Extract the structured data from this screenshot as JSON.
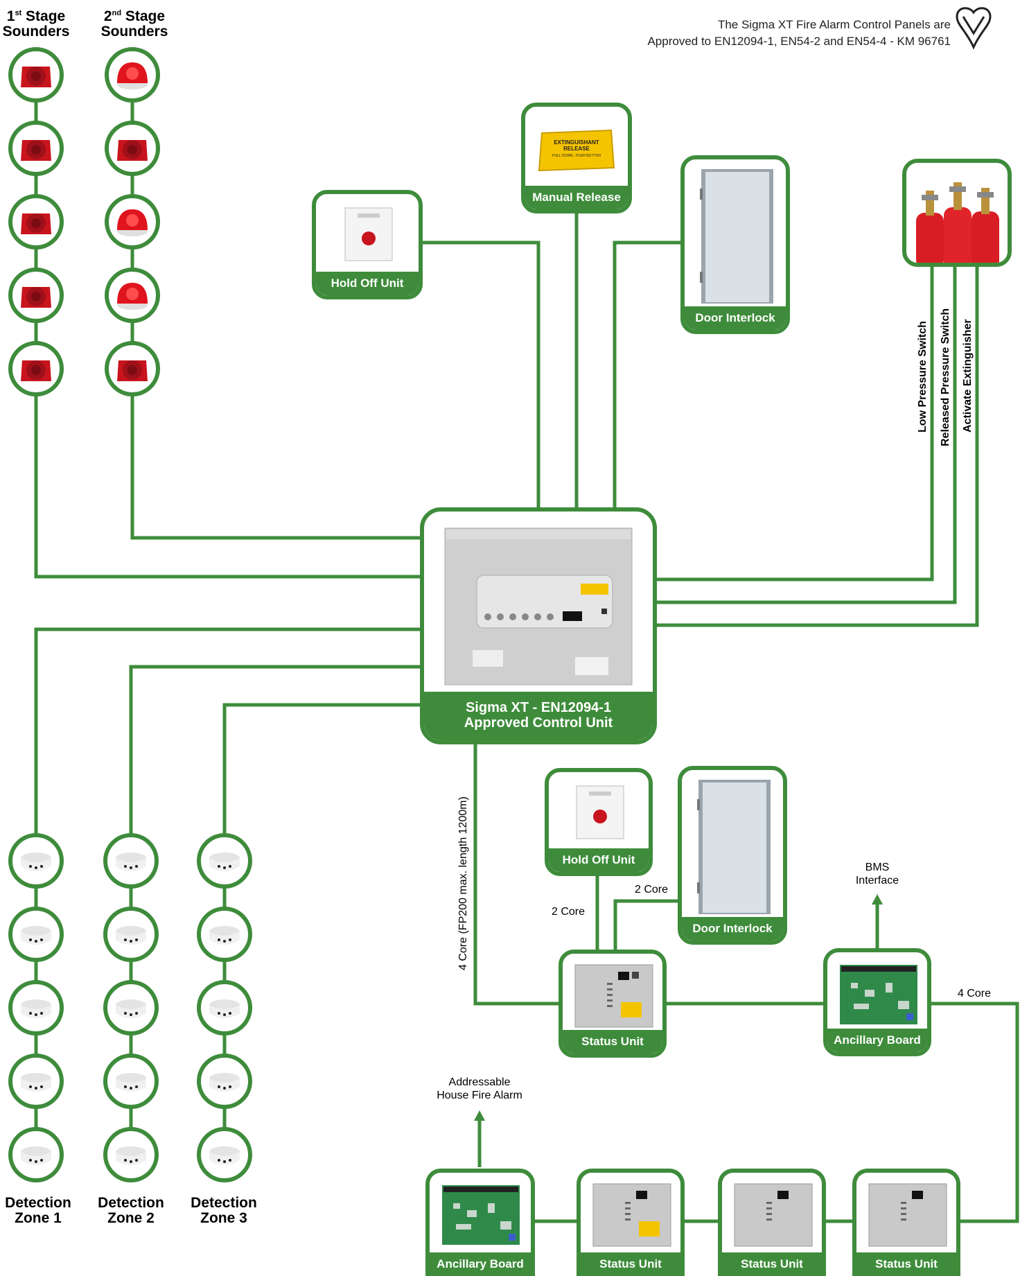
{
  "headers": {
    "stage1": {
      "num": "1",
      "sup": "st",
      "line1": " Stage",
      "line2": "Sounders"
    },
    "stage2": {
      "num": "2",
      "sup": "nd",
      "line1": " Stage",
      "line2": "Sounders"
    }
  },
  "approval": {
    "line1": "The Sigma XT Fire Alarm Control Panels are",
    "line2": "Approved to EN12094-1, EN54-2 and EN54-4 - KM 96761"
  },
  "devices": {
    "manual_release": "Manual Release",
    "hold_off_top": "Hold Off Unit",
    "door_interlock_top": "Door Interlock",
    "control_unit_line1": "Sigma XT - EN12094-1",
    "control_unit_line2": "Approved Control Unit",
    "hold_off_bottom": "Hold Off Unit",
    "door_interlock_bottom": "Door Interlock",
    "status_unit_main": "Status Unit",
    "ancillary_board_right": "Ancillary Board",
    "ancillary_board_bottom": "Ancillary Board",
    "status_unit_b1": "Status Unit",
    "status_unit_b2": "Status Unit",
    "status_unit_b3": "Status Unit"
  },
  "extinguisher_signals": [
    "Low Pressure Switch",
    "Released Pressure Switch",
    "Activate Extinguisher"
  ],
  "manual_release_sign": {
    "line1": "EXTINGUISHANT",
    "line2": "RELEASE",
    "line3": "PULL DOWN · PUSH BUTTON"
  },
  "cable_labels": {
    "four_core_fp200": "4 Core (FP200 max. length 1200m)",
    "two_core_a": "2 Core",
    "two_core_b": "2 Core",
    "four_core_loop": "4 Core"
  },
  "interfaces": {
    "bms": {
      "line1": "BMS",
      "line2": "Interface"
    },
    "house": {
      "line1": "Addressable",
      "line2": "House Fire Alarm"
    }
  },
  "zones": {
    "zone1": {
      "line1": "Detection",
      "line2": "Zone 1"
    },
    "zone2": {
      "line1": "Detection",
      "line2": "Zone 2"
    },
    "zone3": {
      "line1": "Detection",
      "line2": "Zone 3"
    }
  },
  "colors": {
    "green": "#3e8c3b",
    "sounder_red": "#c8141c",
    "panel_grey": "#d4d4d4",
    "board_green": "#2f8a4a",
    "yellow": "#f5c400"
  }
}
